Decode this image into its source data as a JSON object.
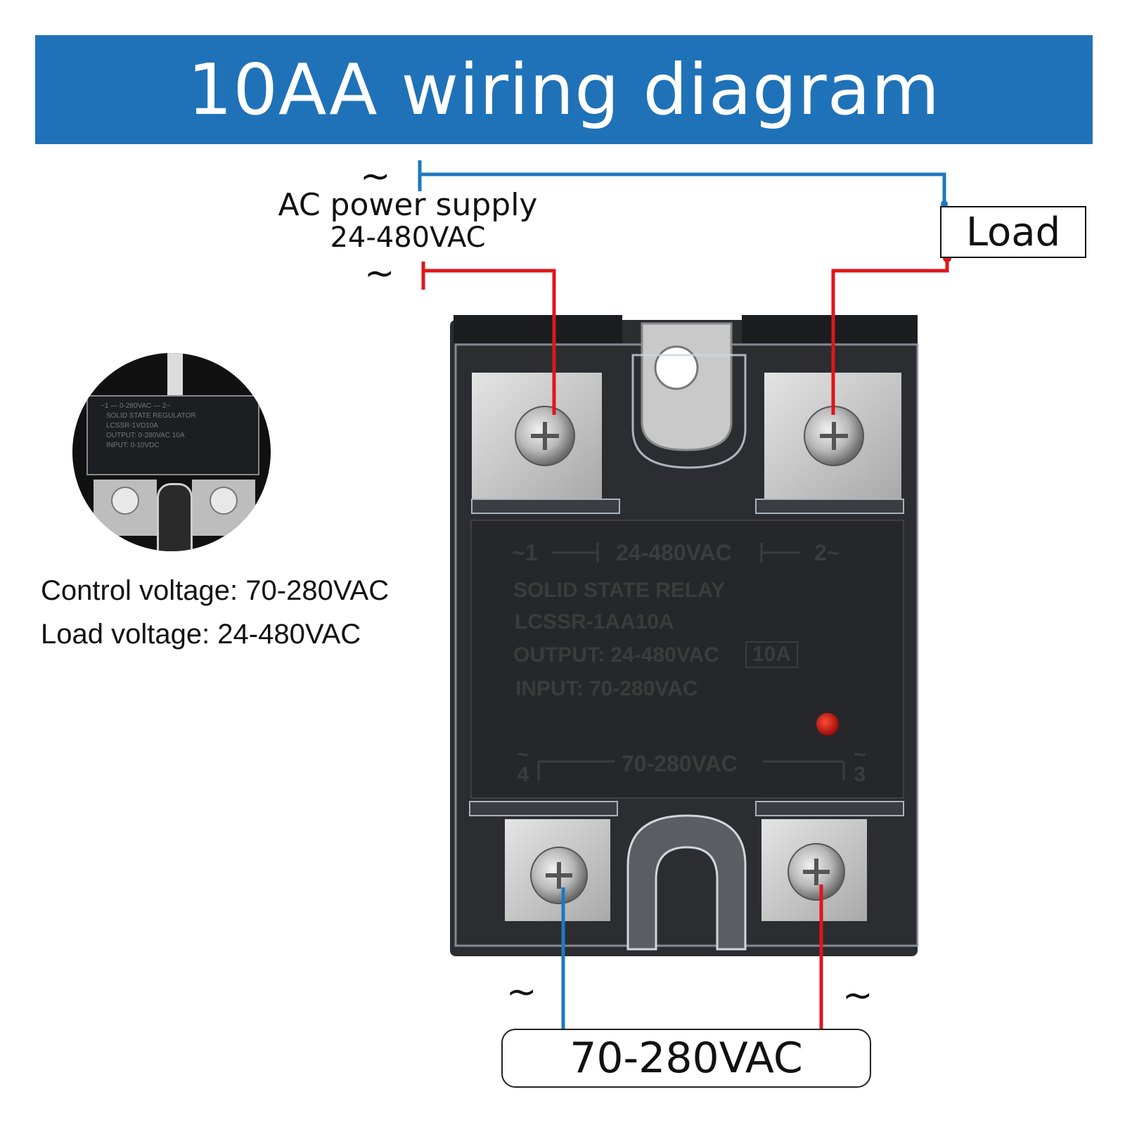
{
  "header": {
    "title": "10AA wiring diagram"
  },
  "supply": {
    "tilde_top": "~",
    "tilde_bottom": "~",
    "label": "AC power supply",
    "range": "24-480VAC"
  },
  "load": {
    "label": "Load"
  },
  "specs": {
    "control": "Control voltage: 70-280VAC",
    "load": "Load voltage: 24-480VAC"
  },
  "relay": {
    "term1": "~1",
    "term2": "2~",
    "output_range": "24-480VAC",
    "name": "SOLID STATE RELAY",
    "model": "LCSSR-1AA10A",
    "output": "OUTPUT: 24-480VAC",
    "current": "10A",
    "input": "INPUT: 70-280VAC",
    "control_range": "70-280VAC",
    "term4": "4",
    "term3": "3",
    "term4_tilde": "~",
    "term3_tilde": "~"
  },
  "inset": {
    "line1": "~1 — 0-280VAC — 2~",
    "line2": "SOLID STATE REGULATOR",
    "line3": "LCSSR-1VD10A",
    "line4": "OUTPUT: 0-280VAC 10A",
    "line5": "INPUT: 0-10VDC"
  },
  "control": {
    "tilde_left": "~",
    "tilde_right": "~",
    "range": "70-280VAC"
  },
  "colors": {
    "banner": "#1f72b8",
    "wire_blue": "#1f77c0",
    "wire_red": "#e0151c",
    "relay_body": "#2b2d31"
  }
}
